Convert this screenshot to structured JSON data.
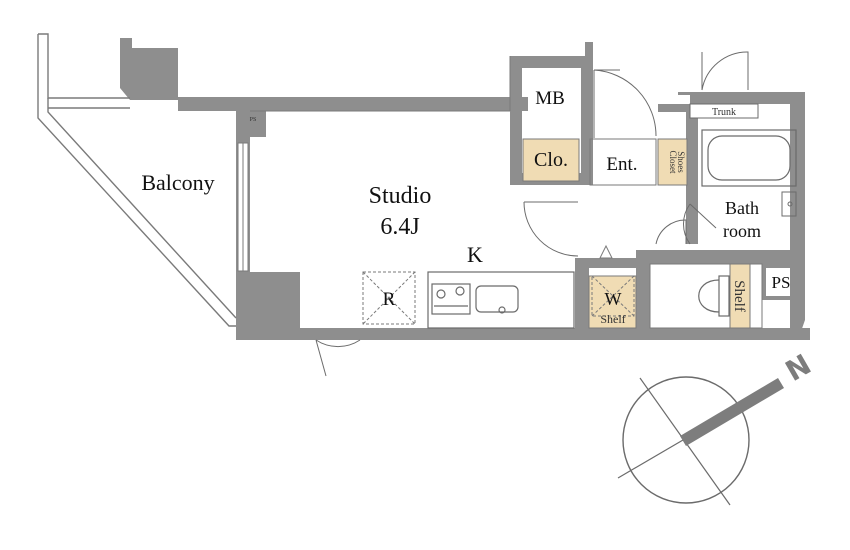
{
  "labels": {
    "balcony": "Balcony",
    "studio": "Studio",
    "studio_size": "6.4J",
    "kitchen": "K",
    "refrigerator": "R",
    "mb": "MB",
    "closet": "Clo.",
    "entrance": "Ent.",
    "shoes_closet_line1": "Shoes",
    "shoes_closet_line2": "Closet",
    "trunk": "Trunk",
    "bathroom_line1": "Bath",
    "bathroom_line2": "room",
    "washer": "W",
    "shelf_washer": "Shelf",
    "shelf_toilet": "Shelf",
    "ps_main": "PS",
    "ps_small": "PS"
  },
  "compass": {
    "north": "N"
  },
  "colors": {
    "wall": "#8e8e8e",
    "storage": "#f0dcb4",
    "line": "#6b6b6b",
    "background": "#ffffff"
  }
}
